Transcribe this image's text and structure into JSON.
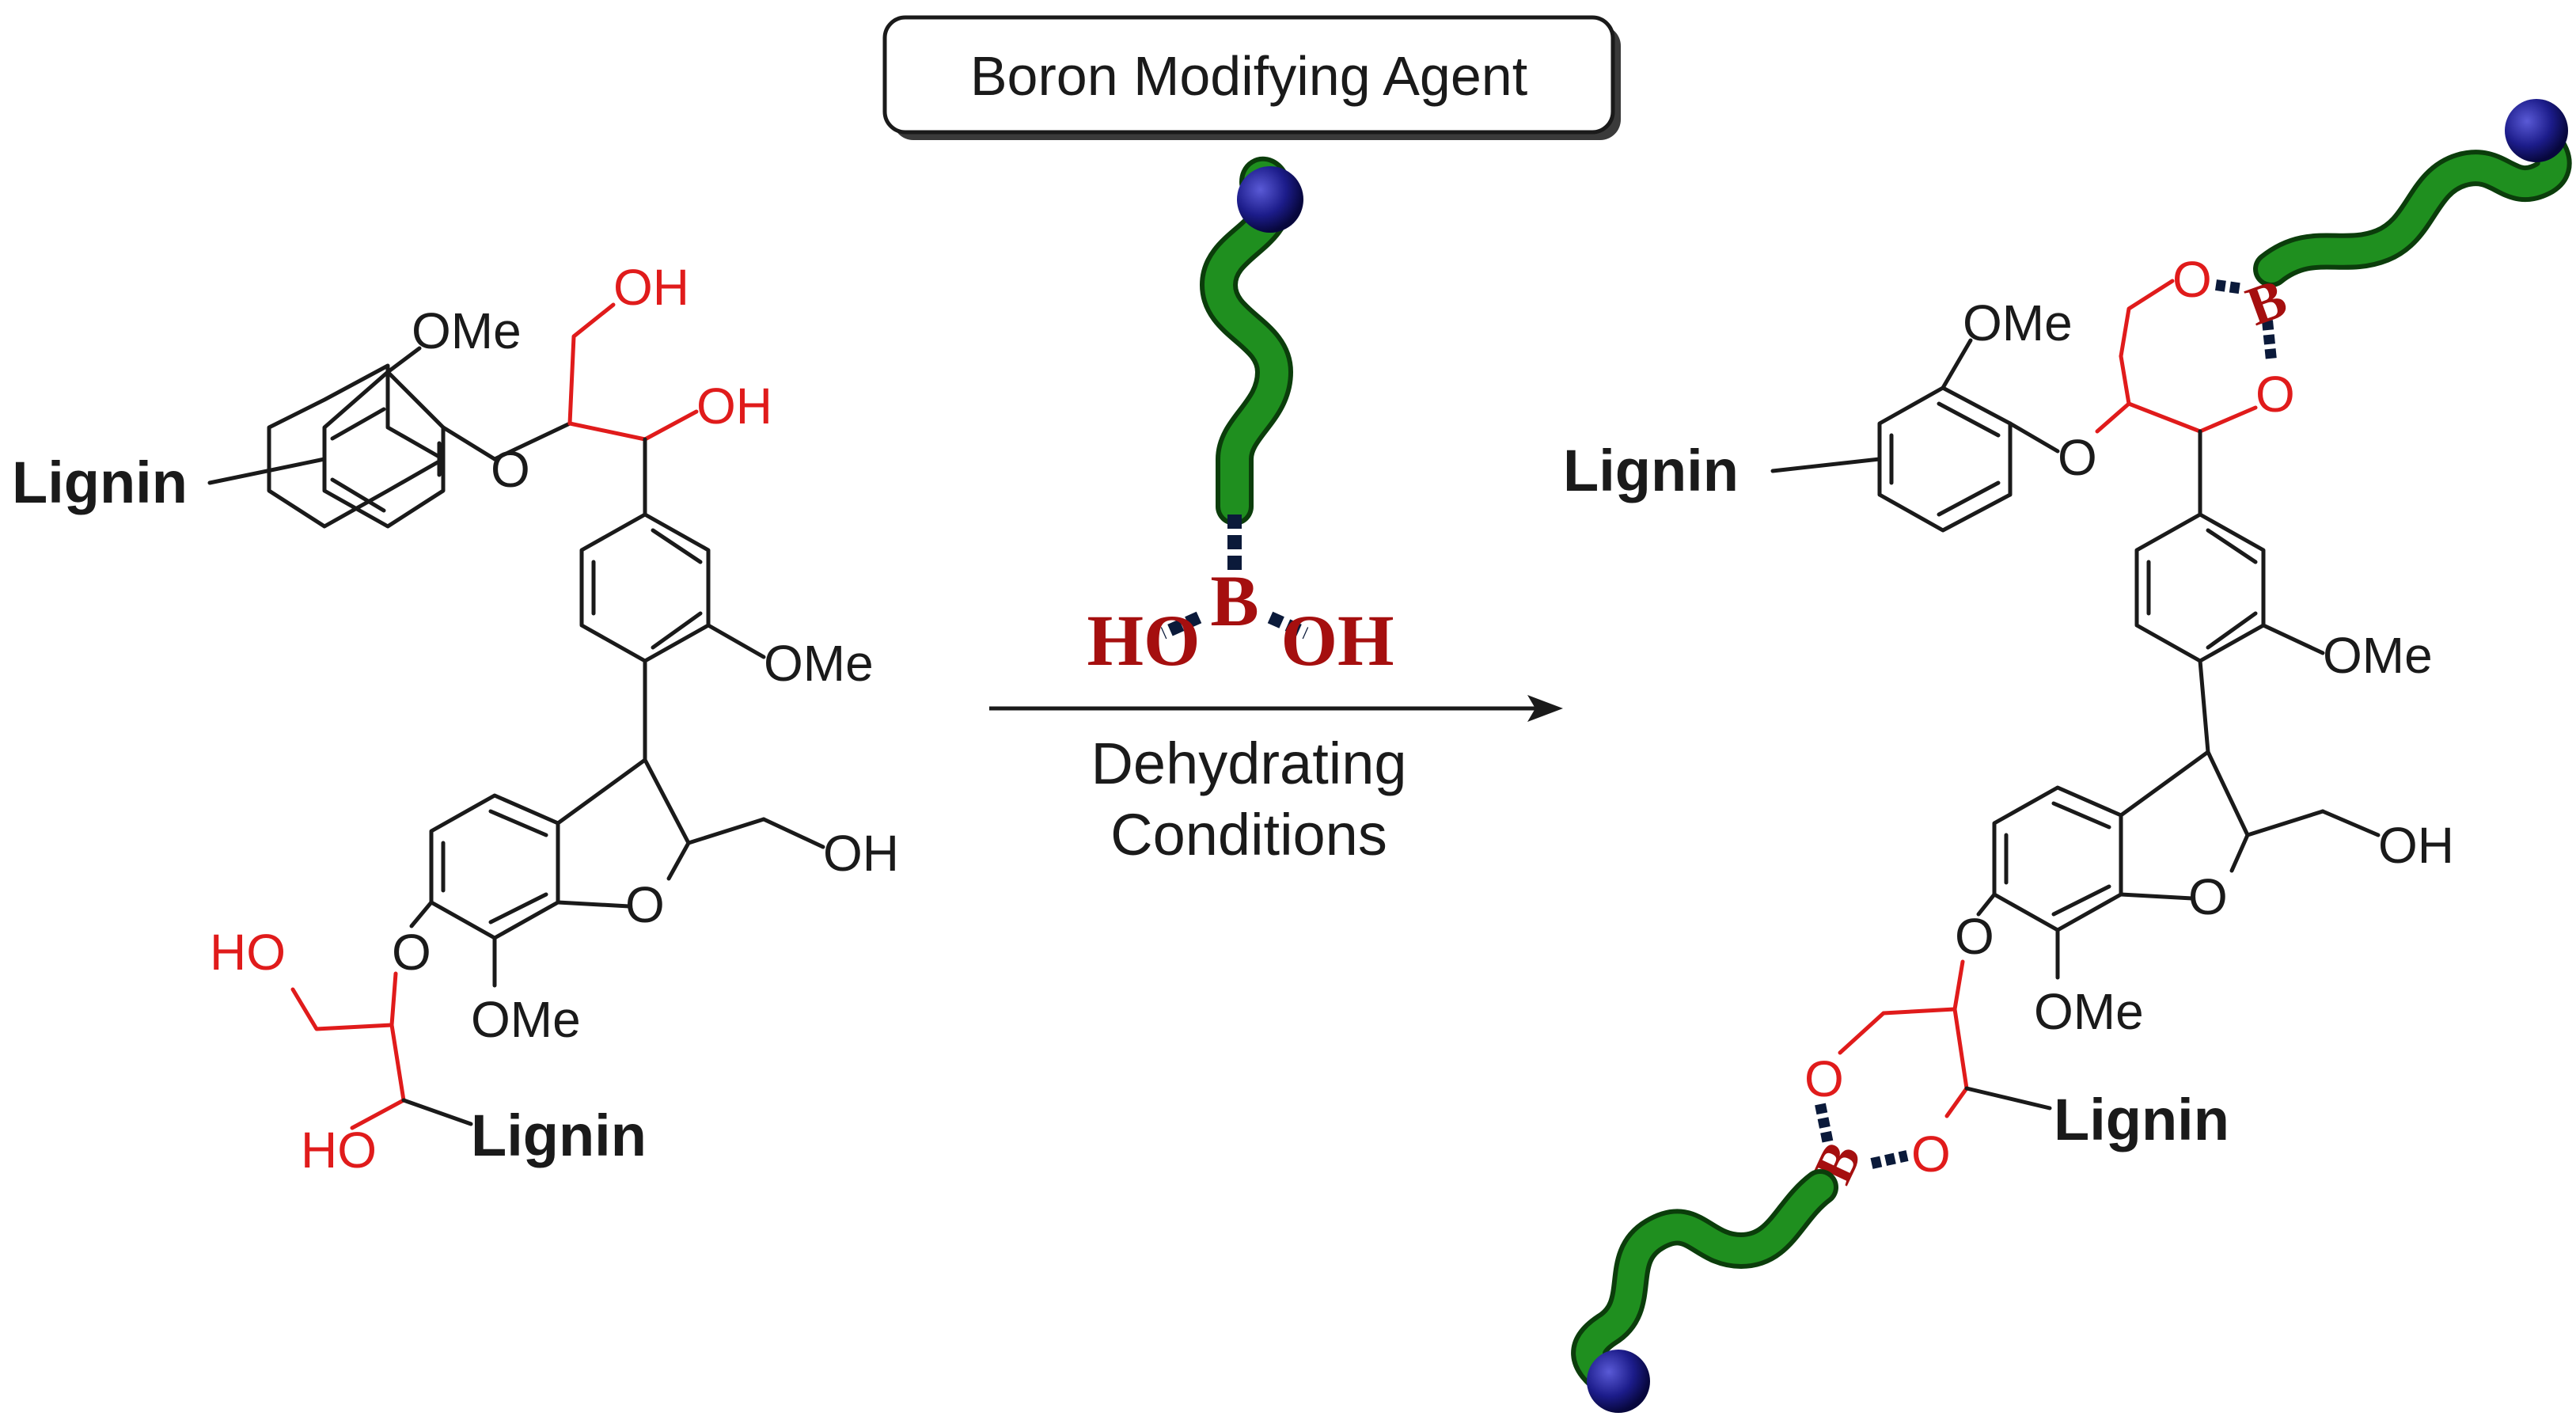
{
  "agent_box": {
    "label": "Boron Modifying Agent"
  },
  "reagent": {
    "boron": "B",
    "ho_left": "HO",
    "oh_right": "OH"
  },
  "conditions": {
    "line1": "Dehydrating",
    "line2": "Conditions"
  },
  "left_structure": {
    "lignin_top": "Lignin",
    "lignin_bottom": "Lignin",
    "ome_top": "OMe",
    "ome_mid": "OMe",
    "ome_bottom": "OMe",
    "o_ether_top": "O",
    "o_ether_bottom": "O",
    "o_ring": "O",
    "oh_primary": "OH",
    "oh_secondary": "OH",
    "oh_side": "OH",
    "ho_primary": "HO",
    "ho_secondary": "HO"
  },
  "right_structure": {
    "lignin_top": "Lignin",
    "lignin_bottom": "Lignin",
    "ome_top": "OMe",
    "ome_mid": "OMe",
    "ome_bottom": "OMe",
    "o_ether_top": "O",
    "o_ether_bottom": "O",
    "o_ring": "O",
    "oh_side": "OH",
    "o_ester_1": "O",
    "o_ester_2": "O",
    "o_ester_3": "O",
    "o_ester_4": "O",
    "b_top": "B",
    "b_bottom": "B"
  },
  "colors": {
    "black": "#1a1a1a",
    "red": "#e01b1b",
    "boron_red": "#a50f0f",
    "chain_green": "#1f8f1f",
    "chain_dark": "#0b3d0b",
    "cap_blue": "#1c1c8a"
  }
}
